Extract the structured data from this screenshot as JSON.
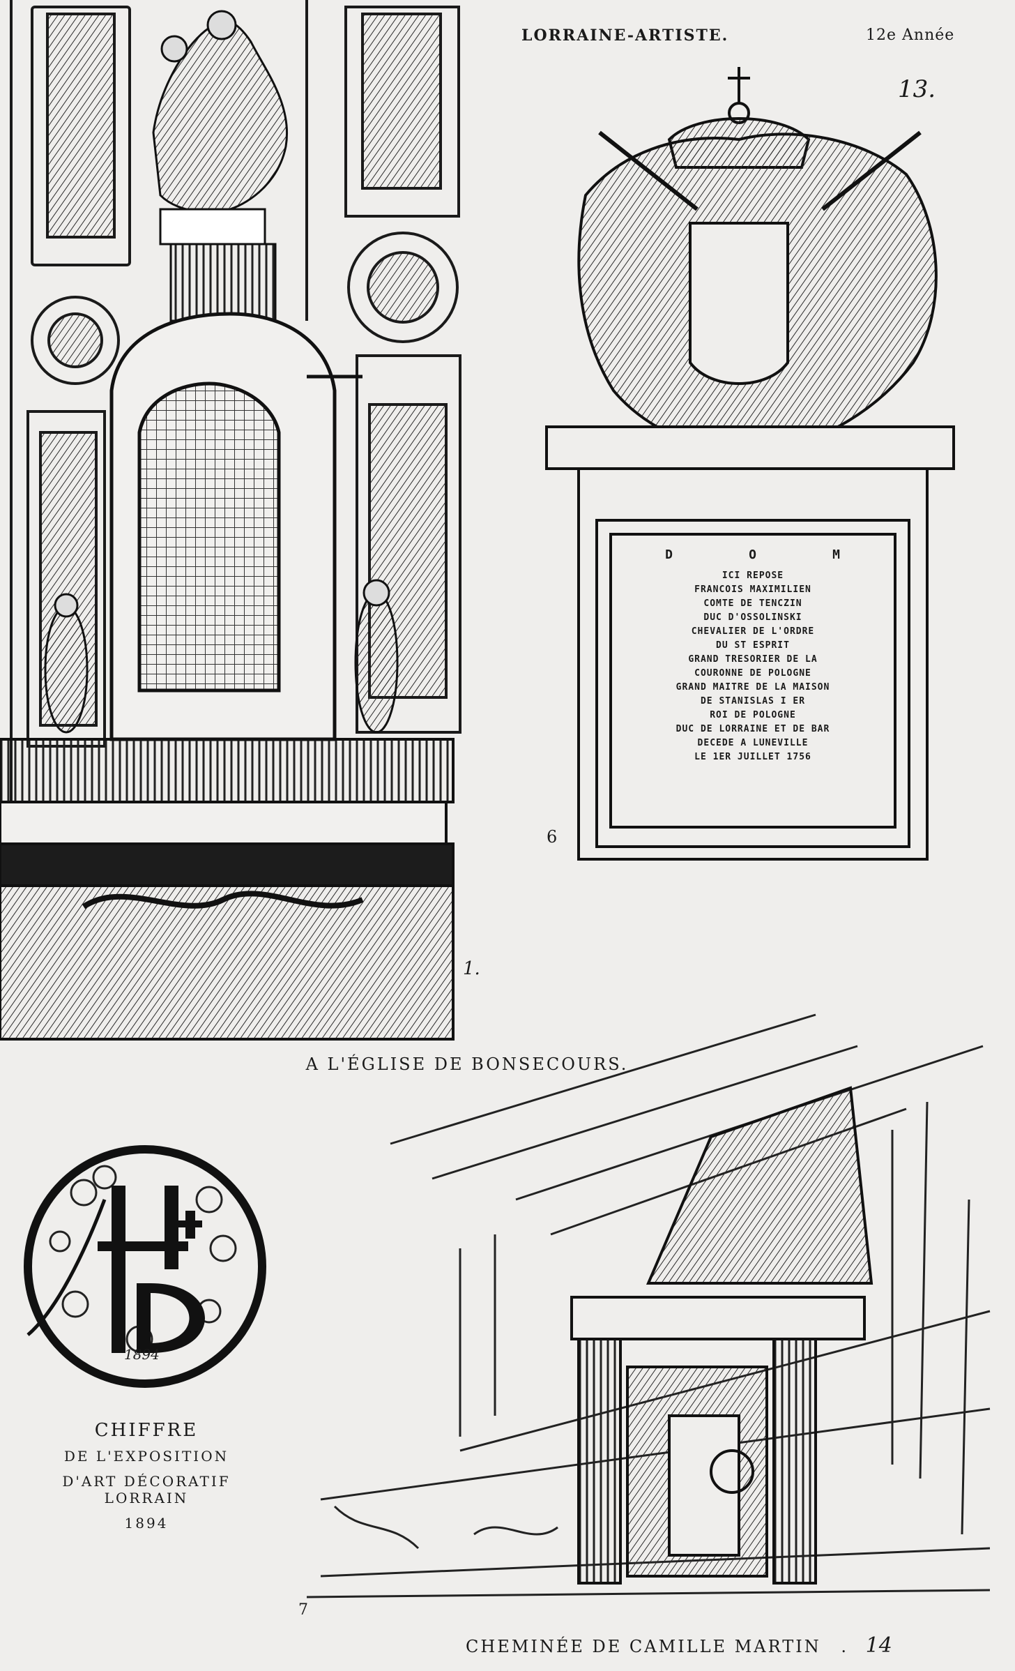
{
  "header": {
    "title": "LORRAINE-ARTISTE.",
    "year": "12e Année",
    "page_number": "13."
  },
  "figures": {
    "altar_number": "1.",
    "epitaph_number": "6",
    "chimney_number": "7",
    "plaque_initials": [
      "D",
      "O",
      "M"
    ],
    "plaque_lines": [
      "ICI REPOSE",
      "FRANCOIS MAXIMILIEN",
      "COMTE DE TENCZIN",
      "DUC D'OSSOLINSKI",
      "CHEVALIER DE L'ORDRE",
      "DU ST ESPRIT",
      "GRAND TRESORIER DE LA",
      "COURONNE DE POLOGNE",
      "GRAND MAITRE DE LA MAISON",
      "DE STANISLAS I ER",
      "ROI DE POLOGNE",
      "DUC DE LORRAINE ET DE BAR",
      "DECEDE A LUNEVILLE",
      "LE 1ER JUILLET 1756"
    ],
    "monogram_year": "1894"
  },
  "captions": {
    "church": "A L'ÉGLISE DE BONSECOURS.",
    "chiffre_title": "CHIFFRE",
    "chiffre_line2": "DE L'EXPOSITION",
    "chiffre_line3": "D'ART DÉCORATIF LORRAIN",
    "chiffre_year": "1894",
    "chimney": "CHEMINÉE DE CAMILLE MARTIN",
    "chimney_sep": ".",
    "chimney_number": "14"
  }
}
